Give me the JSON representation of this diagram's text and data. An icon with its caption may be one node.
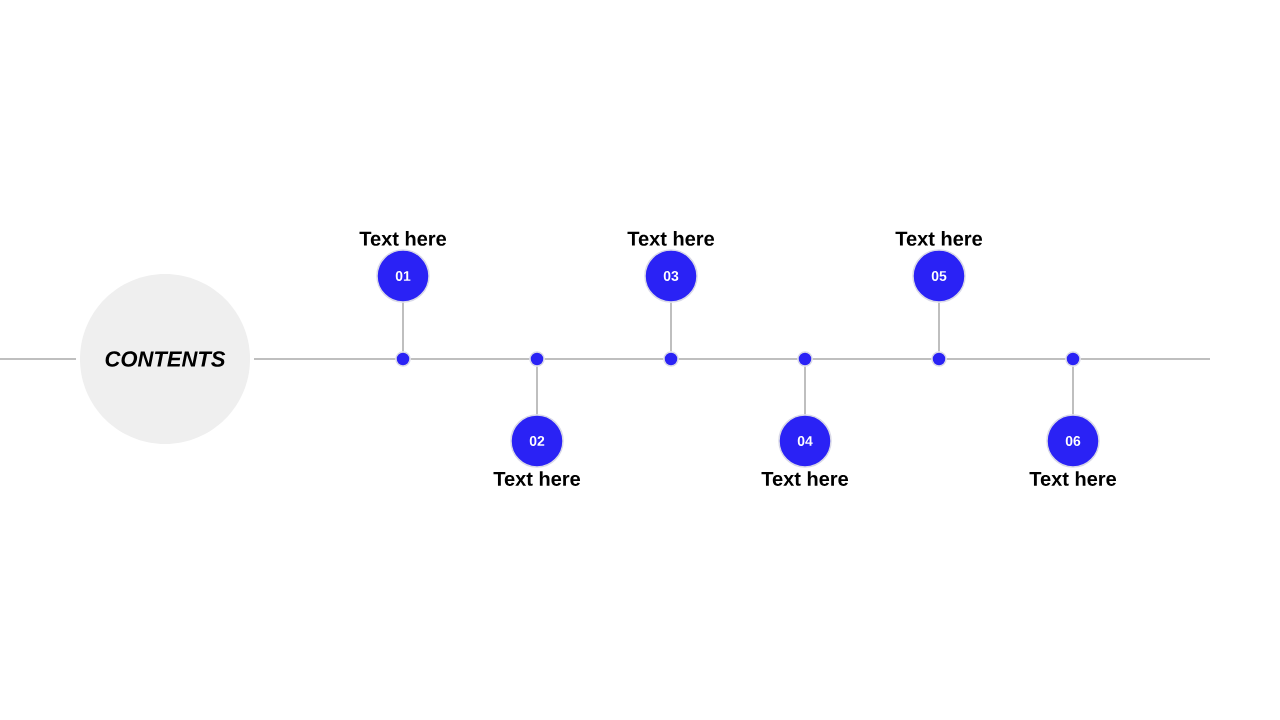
{
  "diagram": {
    "nodes": [
      {
        "text": [
          "CONTENTS"
        ]
      },
      {
        "text": [],
        "shape": "circle"
      },
      {
        "text": [],
        "shape": "circle"
      },
      {
        "text": [],
        "shape": "circle"
      },
      {
        "text": [],
        "shape": "circle"
      },
      {
        "text": [],
        "shape": "circle"
      },
      {
        "text": [],
        "shape": "circle"
      },
      {
        "text": [
          "01"
        ],
        "beside": [
          "Text here"
        ]
      },
      {
        "text": [
          "02"
        ],
        "beside": [
          "Text here"
        ]
      },
      {
        "text": [
          "03"
        ],
        "beside": [
          "Text here"
        ]
      },
      {
        "text": [
          "04"
        ],
        "beside": [
          "Text here"
        ]
      },
      {
        "text": [
          "05"
        ],
        "beside": [
          "Text here"
        ]
      },
      {
        "text": [
          "06"
        ],
        "beside": [
          "Text here"
        ]
      }
    ],
    "edges": [
      {
        "from": null,
        "to": 0,
        "arrow": "none"
      },
      {
        "from": 0,
        "to": 1,
        "arrow": "none"
      },
      {
        "from": 1,
        "to": 2,
        "arrow": "none"
      },
      {
        "from": 2,
        "to": 3,
        "arrow": "none"
      },
      {
        "from": 3,
        "to": 4,
        "arrow": "none"
      },
      {
        "from": 4,
        "to": 5,
        "arrow": "none"
      },
      {
        "from": 5,
        "to": 6,
        "arrow": "none"
      },
      {
        "from": 6,
        "to": null,
        "arrow": "none"
      },
      {
        "from": 1,
        "to": 7,
        "arrow": "none"
      },
      {
        "from": 2,
        "to": 8,
        "arrow": "none"
      },
      {
        "from": 3,
        "to": 9,
        "arrow": "none"
      },
      {
        "from": 4,
        "to": 10,
        "arrow": "none"
      },
      {
        "from": 5,
        "to": 11,
        "arrow": "none"
      },
      {
        "from": 6,
        "to": 12,
        "arrow": "none"
      }
    ]
  }
}
